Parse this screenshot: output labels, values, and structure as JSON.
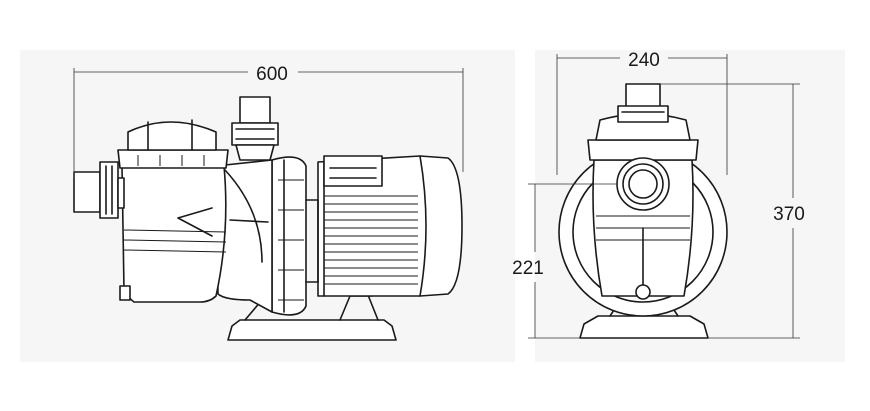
{
  "dimensions": {
    "side_length": "600",
    "front_width": "240",
    "front_height": "370",
    "axis_height": "221"
  }
}
